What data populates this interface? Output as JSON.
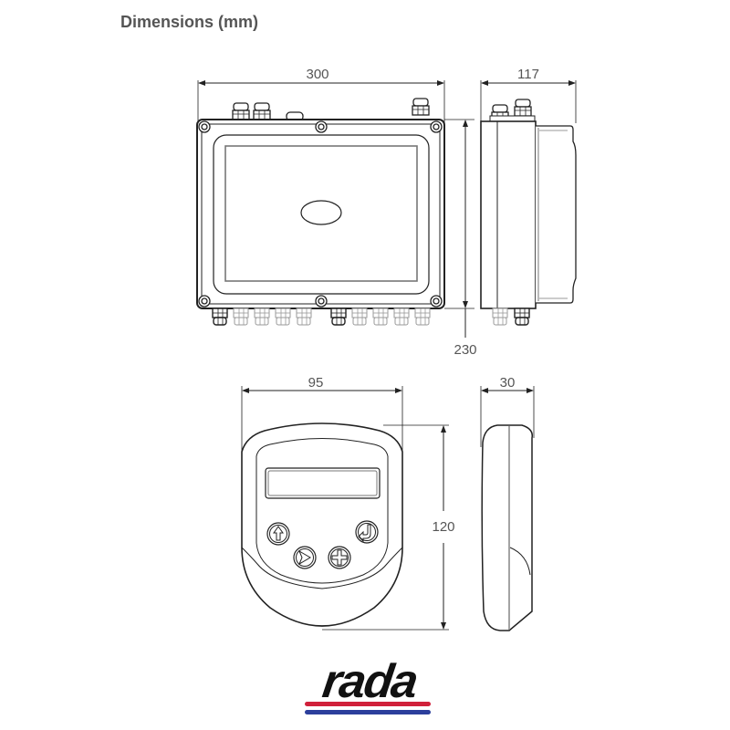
{
  "title": "Dimensions (mm)",
  "control_box": {
    "front_view": {
      "width_label": "300",
      "height_label": "230"
    },
    "side_view": {
      "depth_label": "117"
    }
  },
  "display_unit": {
    "front_view": {
      "width_label": "95",
      "height_label": "120",
      "buttons": [
        "up-arrow",
        "right-chevron",
        "plus",
        "enter-return"
      ]
    },
    "side_view": {
      "depth_label": "30"
    }
  },
  "logo": {
    "text": "rada",
    "stripe_colors": [
      "#d0203a",
      "#2c3f9c"
    ]
  },
  "colors": {
    "line": "#222222",
    "text": "#555555"
  }
}
